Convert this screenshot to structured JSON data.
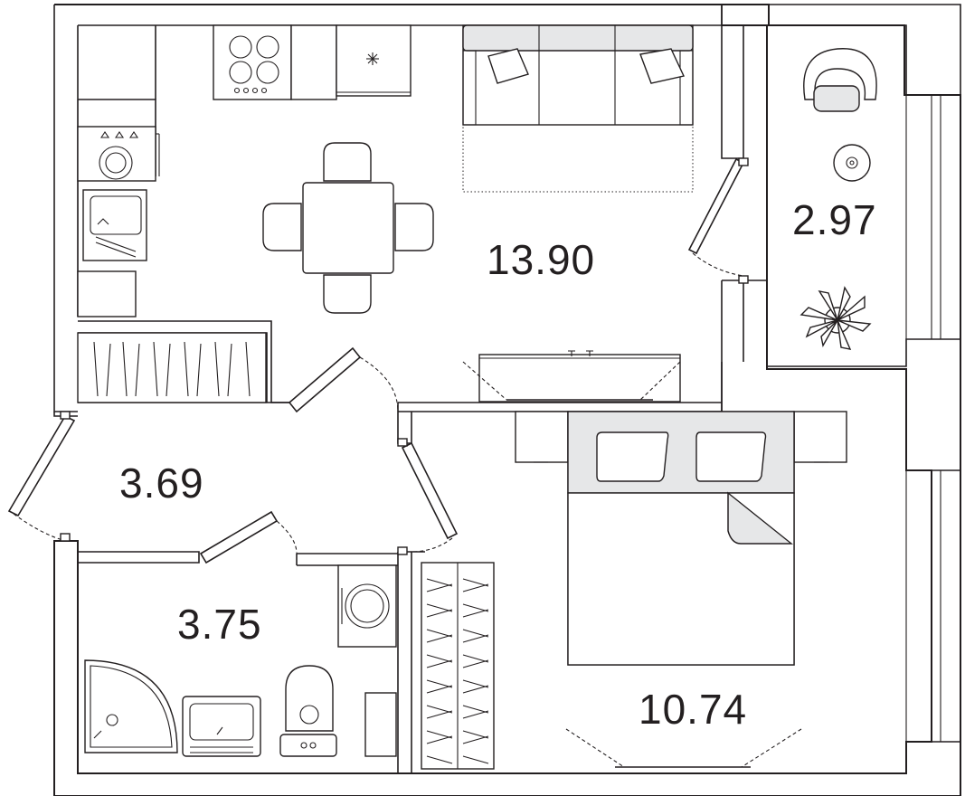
{
  "rooms": {
    "living_kitchen": {
      "area": "13.90"
    },
    "balcony": {
      "area": "2.97"
    },
    "hallway": {
      "area": "3.69"
    },
    "bathroom": {
      "area": "3.75"
    },
    "bedroom": {
      "area": "10.74"
    }
  },
  "colors": {
    "wall": "#231f20",
    "furniture_fill": "#e6e7e8",
    "background": "#ffffff"
  },
  "icons": [
    "stove-icon",
    "freezer-icon",
    "sofa-icon",
    "rug-icon",
    "dining-table-icon",
    "kitchen-sink-icon",
    "tv-stand-icon",
    "armchair-icon",
    "side-table-icon",
    "plant-icon",
    "wardrobe-icon",
    "bed-icon",
    "nightstand-icon",
    "washing-machine-icon",
    "shower-icon",
    "bathroom-sink-icon",
    "toilet-icon",
    "door-icon",
    "window-icon"
  ]
}
